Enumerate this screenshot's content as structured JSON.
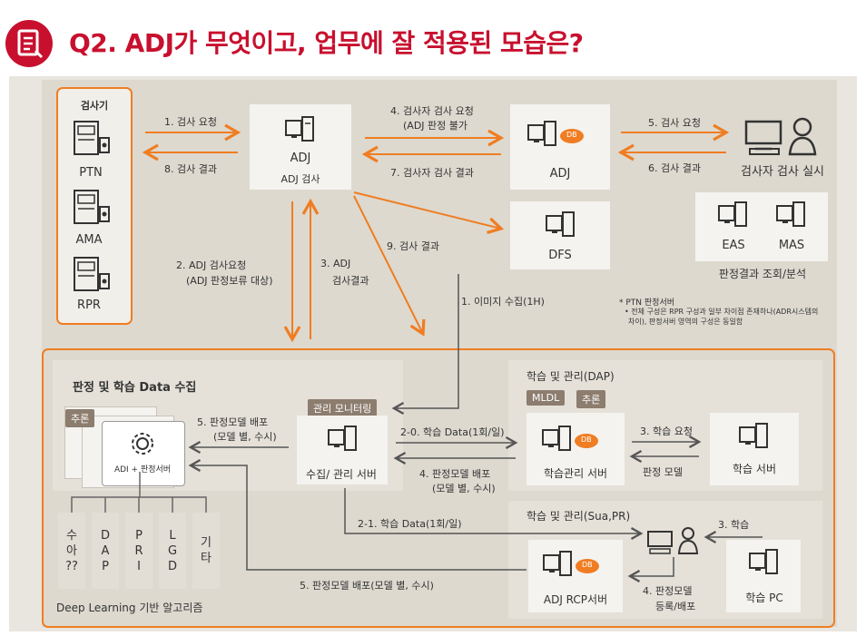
{
  "header": {
    "title": "Q2. ADJ가 무엇이고, 업무에 잘 적용된 모습은?"
  },
  "inspectors": {
    "title": "검사기",
    "items": [
      "PTN",
      "AMA",
      "RPR"
    ]
  },
  "adj_main": {
    "line1": "ADJ",
    "line2": "ADJ 검사"
  },
  "adj_db": {
    "label": "ADJ",
    "db": "DB"
  },
  "inspector_person": {
    "label": "검사자 검사 실시"
  },
  "dfs": {
    "label": "DFS"
  },
  "eas_mas": {
    "eas": "EAS",
    "mas": "MAS",
    "caption": "판정결과 조회/분석"
  },
  "arrows": {
    "a1": "1. 검사 요청",
    "a8": "8. 검사 결과",
    "a4_1": "4. 검사자 검사 요청",
    "a4_2": "(ADJ 판정 불가",
    "a7": "7. 검사자 검사 결과",
    "a5": "5. 검사 요청",
    "a6": "6. 검사 결과",
    "a2_1": "2. ADJ 검사요청",
    "a2_2": "(ADJ 판정보류 대상)",
    "a3_1": "3. ADJ",
    "a3_2": "검사결과",
    "a9": "9. 검사 결과",
    "img": "1. 이미지 수집(1H)"
  },
  "note": {
    "title": "* PTN 판정서버",
    "body1": "• 전체 구성은 RPR 구성과 일부 차이점 존재하나(ADR시스템의",
    "body2": "차이), 판정서버 영역의 구성은 동일함"
  },
  "collect": {
    "title": "판정 및 학습 Data 수집",
    "tag_infer": "추론",
    "adi_label": "ADI + 판정서버",
    "deploy1": "5. 판정모델 배포",
    "deploy2": "(모델 별, 수시)",
    "monitor": "관리 모니터링",
    "server": "수집/ 관리 서버"
  },
  "dap": {
    "title": "학습 및 관리(DAP)",
    "tag_mldl": "MLDL",
    "tag_infer": "추론",
    "a20": "2-0. 학습 Data(1회/일)",
    "a4_1": "4. 판정모델 배포",
    "a4_2": "(모델 별, 수시)",
    "learn_mgmt": "학습관리 서버",
    "db": "DB",
    "a3": "3. 학습 요청",
    "model": "판정 모델",
    "learn_server": "학습 서버"
  },
  "sua": {
    "title": "학습 및 관리(Sua,PR)",
    "a21": "2-1. 학습 Data(1회/일)",
    "a3": "3. 학습",
    "rcp": "ADJ RCP서버",
    "db": "DB",
    "a4_1": "4. 판정모델",
    "a4_2": "등록/배포",
    "pc": "학습 PC",
    "deploy5": "5.  판정모델 배포(모델 별, 수시)"
  },
  "algos": {
    "caption": "Deep Learning 기반 알고리즘",
    "items": [
      [
        "수",
        "아",
        "??"
      ],
      [
        "D",
        "A",
        "P"
      ],
      [
        "P",
        "R",
        "I"
      ],
      [
        "L",
        "G",
        "D"
      ],
      [
        "기",
        "타"
      ]
    ]
  },
  "colors": {
    "accent": "#c8102e",
    "arrow": "#f07d22"
  }
}
